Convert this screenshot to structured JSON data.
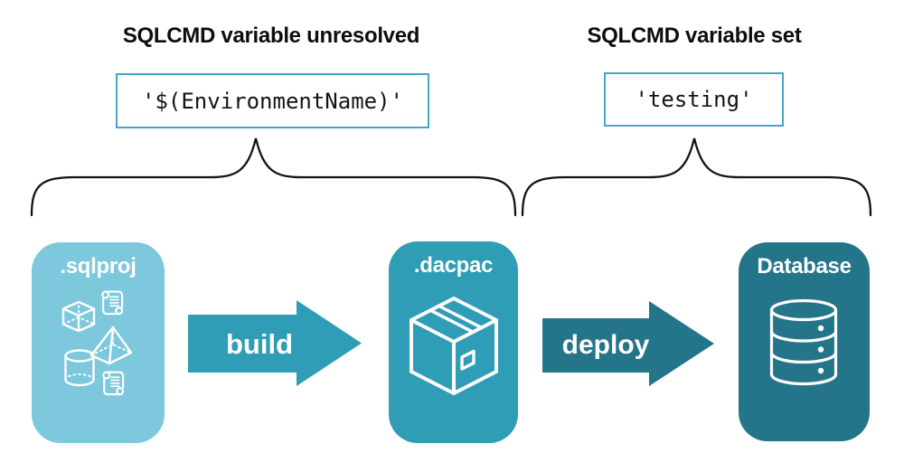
{
  "colors": {
    "light_blue": "#7DC8DC",
    "teal": "#2F9DB5",
    "dark_teal": "#24748A",
    "code_box_border": "#41A8C6",
    "text_dark": "#0D0D0D",
    "icon_white": "#FFFFFF",
    "brace_black": "#141414"
  },
  "callouts": {
    "unresolved": {
      "title": "SQLCMD variable unresolved",
      "code": "'$(EnvironmentName)'"
    },
    "set": {
      "title": "SQLCMD variable set",
      "code": "'testing'"
    }
  },
  "pipeline": {
    "stages": [
      {
        "label": ".sqlproj",
        "color": "#7DC8DC",
        "icons": [
          "cube-icon",
          "scroll-icon",
          "pyramid-icon",
          "cylinder-icon",
          "scroll-icon"
        ]
      },
      {
        "label": ".dacpac",
        "color": "#2F9DB5",
        "icons": [
          "package-box-icon"
        ]
      },
      {
        "label": "Database",
        "color": "#24748A",
        "icons": [
          "database-cylinder-icon"
        ]
      }
    ],
    "arrows": [
      {
        "label": "build",
        "color": "#2F9DB5"
      },
      {
        "label": "deploy",
        "color": "#24748A"
      }
    ]
  }
}
